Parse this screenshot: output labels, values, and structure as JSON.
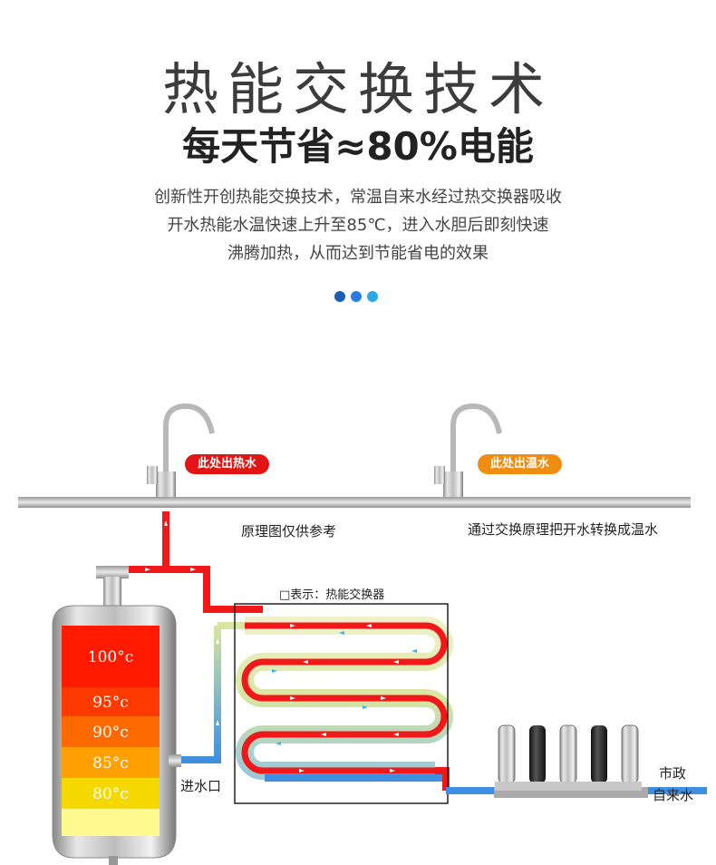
{
  "header": {
    "title": "热能交换技术",
    "subtitle": "每天节省≈80%电能",
    "description": [
      "创新性开创热能交换技术，常温自来水经过热交换器吸收",
      "开水热能水温快速上升至85℃，进入水胆后即刻快速",
      "沸腾加热，从而达到节能省电的效果"
    ]
  },
  "dots": [
    "#1a5fb4",
    "#2a7de1",
    "#29a8e8"
  ],
  "diagram": {
    "hot_outlet_label": "此处出热水",
    "warm_outlet_label": "此处出温水",
    "principle_note": "原理图仅供参考",
    "exchange_note": "通过交换原理把开水转换成温水",
    "legend_symbol": "□",
    "legend_text": "表示：热能交换器",
    "inlet_label": "进水口",
    "city_water_label_1": "市政",
    "city_water_label_2": "自来水",
    "tank_levels": [
      {
        "label": "100°c",
        "color": "#ff1a00"
      },
      {
        "label": "95°c",
        "color": "#ff3a00"
      },
      {
        "label": "90°c",
        "color": "#ff6a00"
      },
      {
        "label": "85°c",
        "color": "#ffa000"
      },
      {
        "label": "80°c",
        "color": "#f5d800"
      }
    ],
    "colors": {
      "hot": "#f01818",
      "warm": "#f5a020",
      "cool": "#3f8fe0",
      "tepid": "#d8e6a0"
    }
  }
}
